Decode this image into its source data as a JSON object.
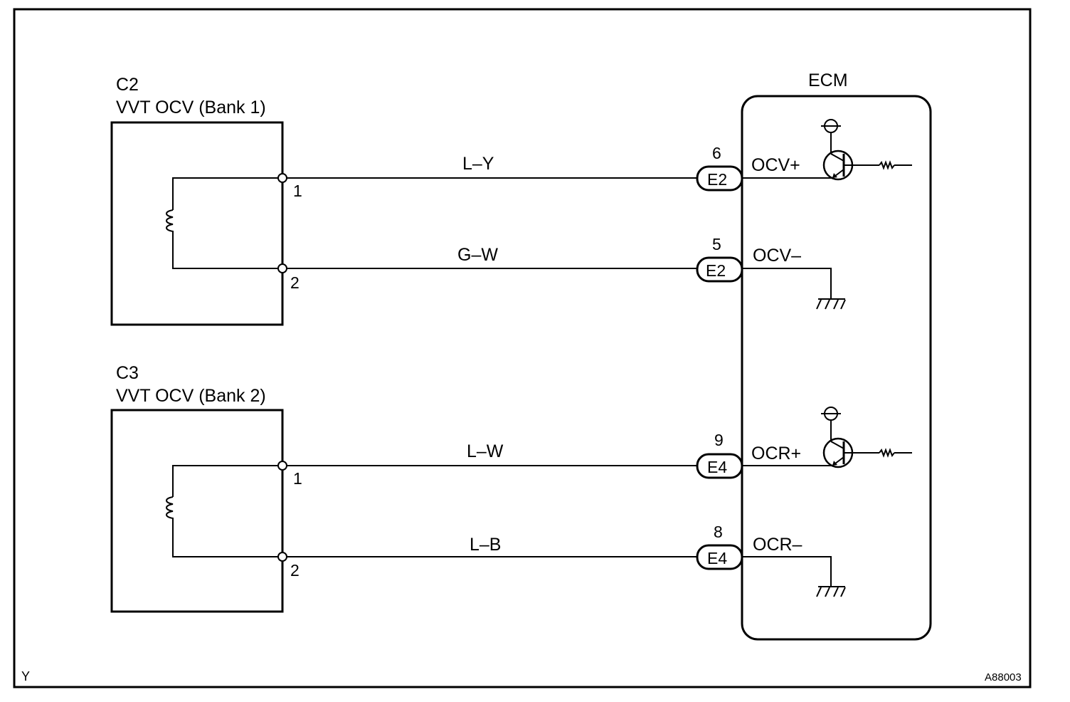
{
  "diagram": {
    "corner_left": "Y",
    "corner_right": "A88003",
    "ecm": {
      "label": "ECM"
    },
    "components": [
      {
        "connector": "C2",
        "name": "VVT OCV (Bank 1)"
      },
      {
        "connector": "C3",
        "name": "VVT OCV (Bank 2)"
      }
    ],
    "wires": [
      {
        "comp_pin": "1",
        "color": "L–Y",
        "ecm_pin": "6",
        "ecm_conn": "E2",
        "terminal": "OCV+"
      },
      {
        "comp_pin": "2",
        "color": "G–W",
        "ecm_pin": "5",
        "ecm_conn": "E2",
        "terminal": "OCV–"
      },
      {
        "comp_pin": "1",
        "color": "L–W",
        "ecm_pin": "9",
        "ecm_conn": "E4",
        "terminal": "OCR+"
      },
      {
        "comp_pin": "2",
        "color": "L–B",
        "ecm_pin": "8",
        "ecm_conn": "E4",
        "terminal": "OCR–"
      }
    ]
  }
}
